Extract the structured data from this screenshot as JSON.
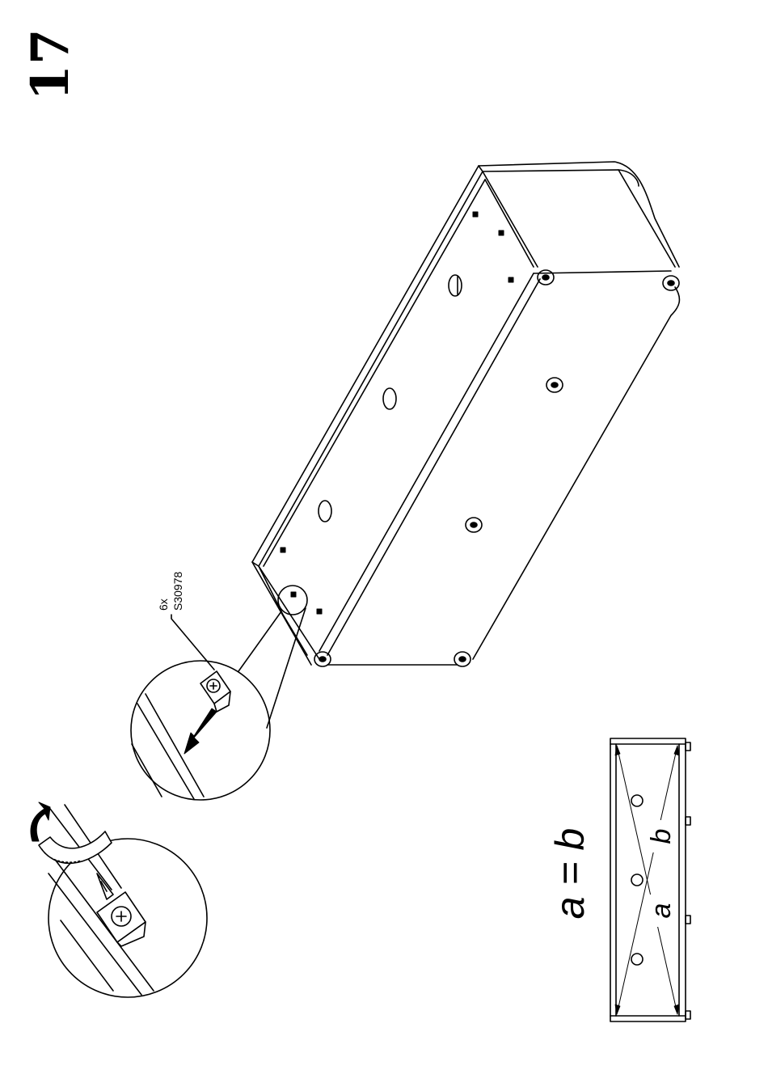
{
  "step": {
    "number": "17"
  },
  "part": {
    "quantity": "6x",
    "code": "S30978"
  },
  "check": {
    "equation": "a = b",
    "diagonal_a": "a",
    "diagonal_b": "b"
  },
  "icons": {
    "screwdriver": "screwdriver-icon",
    "rotate_arrow": "rotate-clockwise-arrow-icon",
    "insert_arrow": "insert-direction-arrow-icon"
  }
}
